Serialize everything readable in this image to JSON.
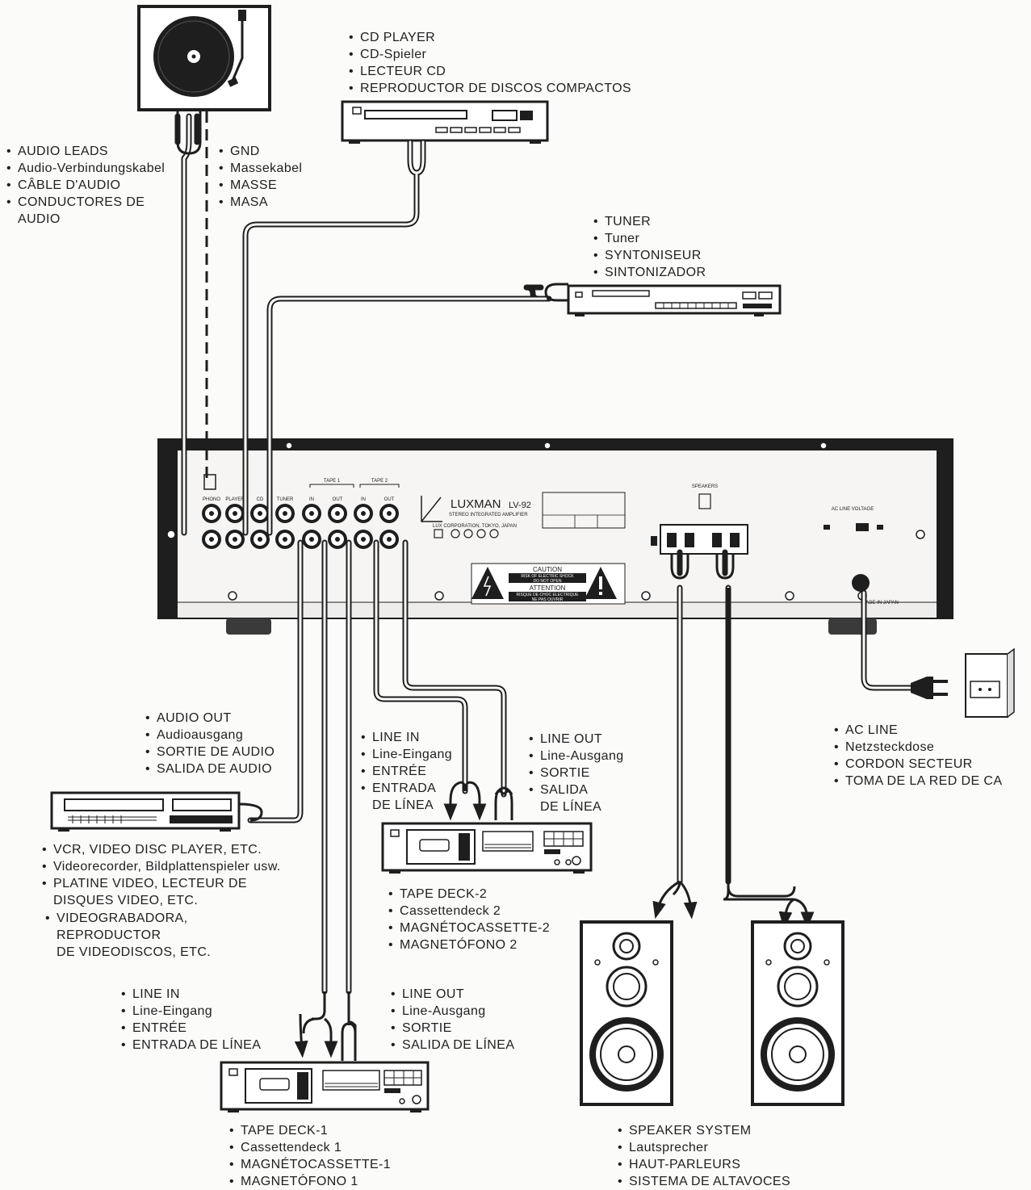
{
  "labels": {
    "cd_player": [
      "CD PLAYER",
      "CD-Spieler",
      "LECTEUR CD",
      "REPRODUCTOR DE DISCOS COMPACTOS"
    ],
    "audio_leads": [
      "AUDIO LEADS",
      "Audio-Verbindungskabel",
      "CÂBLE D'AUDIO",
      "CONDUCTORES DE",
      "AUDIO"
    ],
    "gnd": [
      "GND",
      "Massekabel",
      "MASSE",
      "MASA"
    ],
    "tuner": [
      "TUNER",
      "Tuner",
      "SYNTONISEUR",
      "SINTONIZADOR"
    ],
    "audio_out": [
      "AUDIO OUT",
      "Audioausgang",
      "SORTIE DE AUDIO",
      "SALIDA DE AUDIO"
    ],
    "vcr": [
      "VCR, VIDEO DISC PLAYER, ETC.",
      "Videorecorder, Bildplattenspieler usw.",
      "PLATINE VIDEO, LECTEUR DE",
      "DISQUES VIDEO, ETC."
    ],
    "videograbadora": [
      "VIDEOGRABADORA,",
      "REPRODUCTOR",
      "DE VIDEODISCOS, ETC."
    ],
    "deck2_line_in": [
      "LINE IN",
      "Line-Eingang",
      "ENTRÉE",
      "ENTRADA",
      "DE LÍNEA"
    ],
    "deck2_line_out": [
      "LINE OUT",
      "Line-Ausgang",
      "SORTIE",
      "SALIDA",
      "DE LÍNEA"
    ],
    "tape_deck_2": [
      "TAPE DECK-2",
      "Cassettendeck 2",
      "MAGNÉTOCASSETTE-2",
      "MAGNETÓFONO 2"
    ],
    "ac_line": [
      "AC LINE",
      "Netzsteckdose",
      "CORDON SECTEUR",
      "TOMA DE LA RED DE CA"
    ],
    "deck1_line_in": [
      "LINE IN",
      "Line-Eingang",
      "ENTRÉE",
      "ENTRADA DE LÍNEA"
    ],
    "deck1_line_out": [
      "LINE OUT",
      "Line-Ausgang",
      "SORTIE",
      "SALIDA DE LÍNEA"
    ],
    "tape_deck_1": [
      "TAPE DECK-1",
      "Cassettendeck 1",
      "MAGNÉTOCASSETTE-1",
      "MAGNETÓFONO 1"
    ],
    "speaker_system": [
      "SPEAKER SYSTEM",
      "Lautsprecher",
      "HAUT-PARLEURS",
      "SISTEMA DE ALTAVOCES"
    ]
  },
  "amplifier": {
    "brand": "LUXMAN",
    "model": "LV-92",
    "subtitle": "STEREO INTEGRATED AMPLIFIER",
    "maker": "LUX CORPORATION, TOKYO, JAPAN",
    "input_labels": [
      "PHONO",
      "PLAYER",
      "CD",
      "TUNER",
      "IN",
      "OUT",
      "IN",
      "OUT"
    ],
    "tape_labels": [
      "TAPE 1",
      "TAPE 2"
    ],
    "speakers_label": "SPEAKERS",
    "voltage_label": "AC LINE VOLTAGE",
    "caution_title": "CAUTION",
    "caution_text": [
      "RISK OF ELECTRIC SHOCK",
      "DO NOT OPEN"
    ],
    "attention_title": "ATTENTION",
    "attention_text": [
      "RISQUE DE CHOC ELECTRIQUE",
      "NE PAS OUVRIR"
    ],
    "made_in": "MADE IN JAPAN"
  },
  "colors": {
    "ink": "#1e1e1e",
    "chassis": "#efedeb",
    "panel": "#f6f5f3",
    "paper": "#fbfbfa"
  }
}
